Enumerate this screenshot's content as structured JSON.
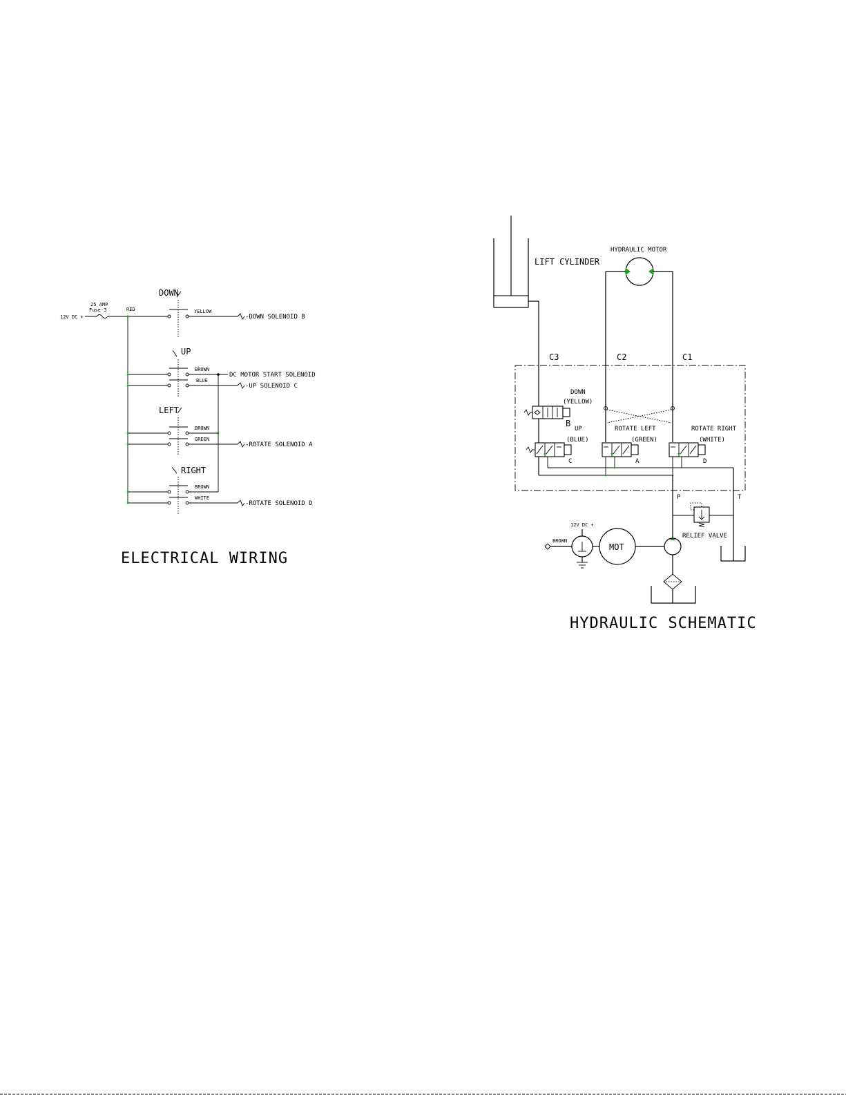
{
  "electrical": {
    "title": "ELECTRICAL WIRING",
    "supply": "12V DC +",
    "fuse": [
      "25 AMP",
      "Fuse-3"
    ],
    "feed_wire": "RED",
    "switches": [
      {
        "label": "DOWN",
        "wires": [
          "YELLOW"
        ],
        "outputs": [
          "-DOWN SOLENOID B"
        ]
      },
      {
        "label": "UP",
        "wires": [
          "BROWN",
          "BLUE"
        ],
        "outputs": [
          "DC MOTOR START SOLENOID",
          "-UP SOLENOID C"
        ]
      },
      {
        "label": "LEFT",
        "wires": [
          "BROWN",
          "GREEN"
        ],
        "outputs": [
          "-ROTATE SOLENOID A"
        ]
      },
      {
        "label": "RIGHT",
        "wires": [
          "BROWN",
          "WHITE"
        ],
        "outputs": [
          "-ROTATE SOLENOID D"
        ]
      }
    ]
  },
  "hydraulic": {
    "title": "HYDRAULIC SCHEMATIC",
    "lift_cylinder": "LIFT CYLINDER",
    "motor": "HYDRAULIC MOTOR",
    "ports": [
      "C3",
      "C2",
      "C1",
      "P",
      "T"
    ],
    "valves": {
      "down": [
        "DOWN",
        "(YELLOW)",
        "B"
      ],
      "up": [
        "UP",
        "(BLUE)",
        "C"
      ],
      "rotate_left": [
        "ROTATE LEFT",
        "(GREEN)",
        "A"
      ],
      "rotate_right": [
        "ROTATE RIGHT",
        "(WHITE)",
        "D"
      ]
    },
    "supply": "12V DC +",
    "brown_wire": "BROWN",
    "mot": "MOT",
    "relief_valve": "RELIEF VALVE"
  },
  "colors": {
    "line": "#000000",
    "accent": "#1aa31a"
  }
}
